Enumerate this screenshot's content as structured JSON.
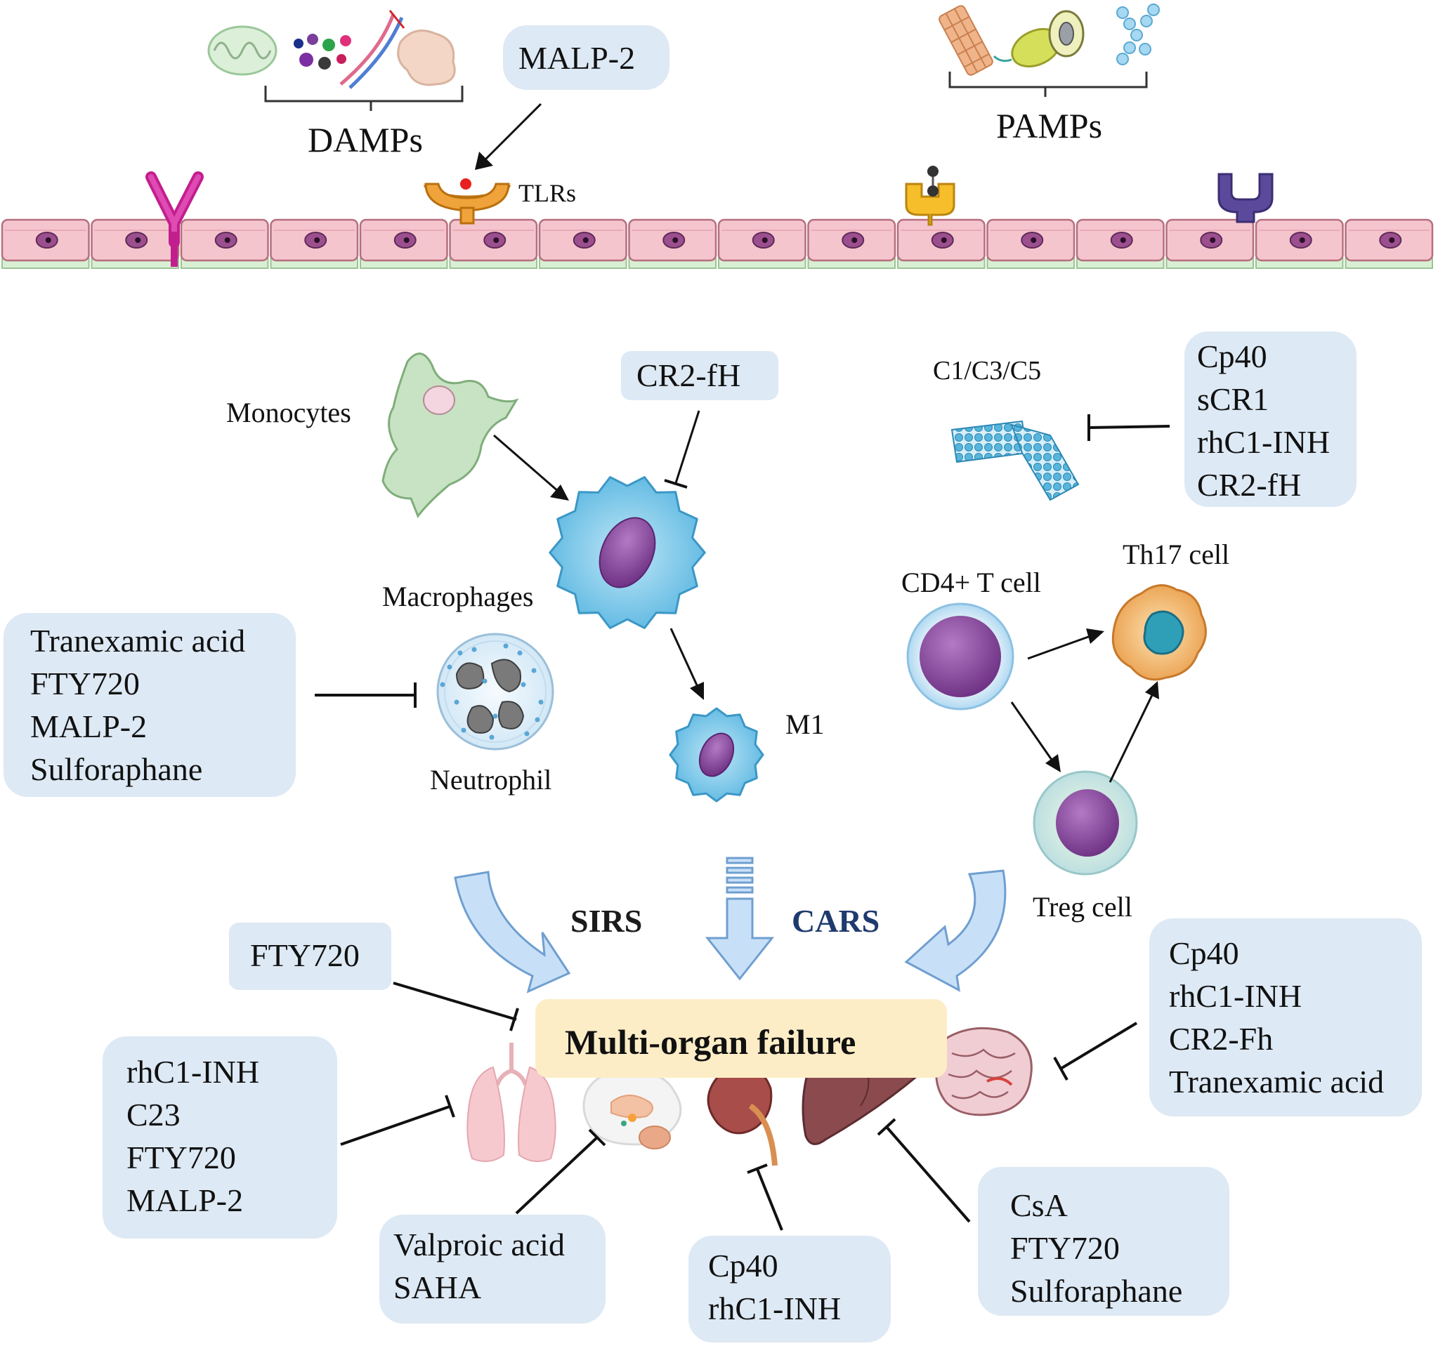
{
  "labels": {
    "damps": "DAMPs",
    "pamps": "PAMPs",
    "tlrs": "TLRs",
    "monocytes": "Monocytes",
    "macrophages": "Macrophages",
    "m1": "M1",
    "neutrophil": "Neutrophil",
    "complement": "C1/C3/C5",
    "cd4": "CD4+ T cell",
    "th17": "Th17 cell",
    "treg": "Treg cell",
    "sirs": "SIRS",
    "cars": "CARS",
    "mof": "Multi-organ failure"
  },
  "drug_boxes": {
    "malp2_top": [
      "MALP-2"
    ],
    "cr2fh_macrophage": [
      "CR2-fH"
    ],
    "complement_inhibitors": [
      "Cp40",
      "sCR1",
      "rhC1-INH",
      "CR2-fH"
    ],
    "neutrophil_inhibitors": [
      "Tranexamic acid",
      "FTY720",
      "MALP-2",
      "Sulforaphane"
    ],
    "fty720_organ": [
      "FTY720"
    ],
    "lung_drugs": [
      "rhC1-INH",
      "C23",
      "FTY720",
      "MALP-2"
    ],
    "brain_drugs": [
      "Valproic acid",
      "SAHA"
    ],
    "kidney_drugs": [
      "Cp40",
      "rhC1-INH"
    ],
    "liver_drugs": [
      "CsA",
      "FTY720",
      "Sulforaphane"
    ],
    "intestine_drugs": [
      "Cp40",
      "rhC1-INH",
      "CR2-Fh",
      "Tranexamic acid"
    ]
  },
  "colors": {
    "drug_box_bg": "#dde9f4",
    "mof_box_bg": "#fdedc6",
    "cars_text": "#1f3a6e",
    "membrane_cell": "#f5c5ce",
    "macrophage": "#6ec3e8",
    "nucleus_purple": "#8a4c9e",
    "big_arrow_fill": "#c8e0f7"
  }
}
